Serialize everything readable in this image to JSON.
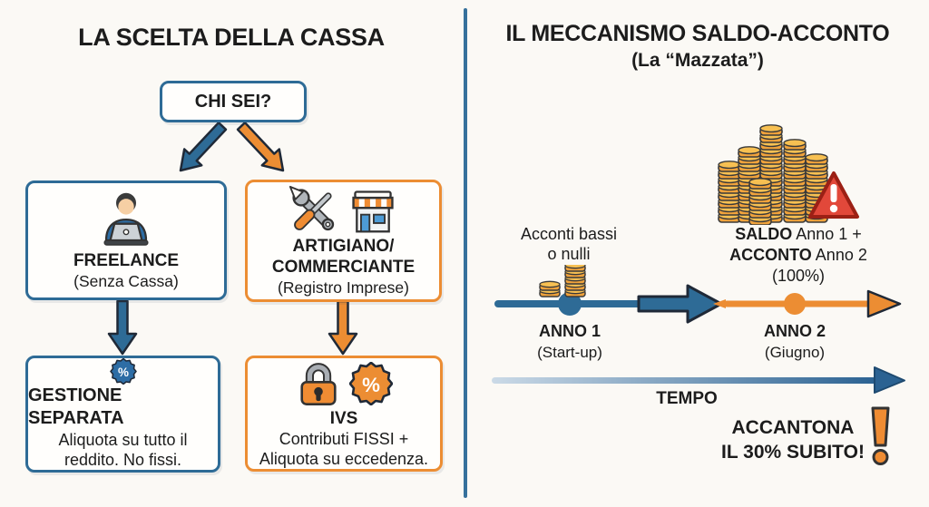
{
  "colors": {
    "blue": "#2e6b96",
    "orange": "#ec8d33",
    "red": "#e2483a",
    "coin_gold": "#efa23b",
    "text": "#1c1c1c",
    "background": "#fbf9f5"
  },
  "left": {
    "title": "LA SCELTA DELLA CASSA",
    "chi_sei": "CHI SEI?",
    "percent_glyph": "%",
    "freelance": {
      "title": "FREELANCE",
      "subtitle": "(Senza Cassa)"
    },
    "artigiano": {
      "line1": "ARTIGIANO/",
      "line2": "COMMERCIANTE",
      "subtitle": "(Registro Imprese)"
    },
    "gestione": {
      "title": "GESTIONE SEPARATA",
      "desc1": "Aliquota su tutto il",
      "desc2": "reddito. No fissi."
    },
    "ivs": {
      "title": "IVS",
      "desc1": "Contributi FISSI +",
      "desc2": "Aliquota su eccedenza."
    }
  },
  "right": {
    "title": "IL MECCANISMO SALDO-ACCONTO",
    "subtitle": "(La “Mazzata”)",
    "acconti": {
      "line1": "Acconti bassi",
      "line2": "o nulli"
    },
    "saldo": {
      "bold1": "SALDO",
      "rest1": " Anno 1 +",
      "bold2": "ACCONTO",
      "rest2": " Anno 2",
      "line3": "(100%)"
    },
    "anno1": {
      "label": "ANNO 1",
      "sub": "(Start-up)"
    },
    "anno2": {
      "label": "ANNO 2",
      "sub": "(Giugno)"
    },
    "tempo": "TEMPO",
    "accantona": {
      "line1": "ACCANTONA",
      "line2": "IL 30% SUBITO!"
    }
  }
}
